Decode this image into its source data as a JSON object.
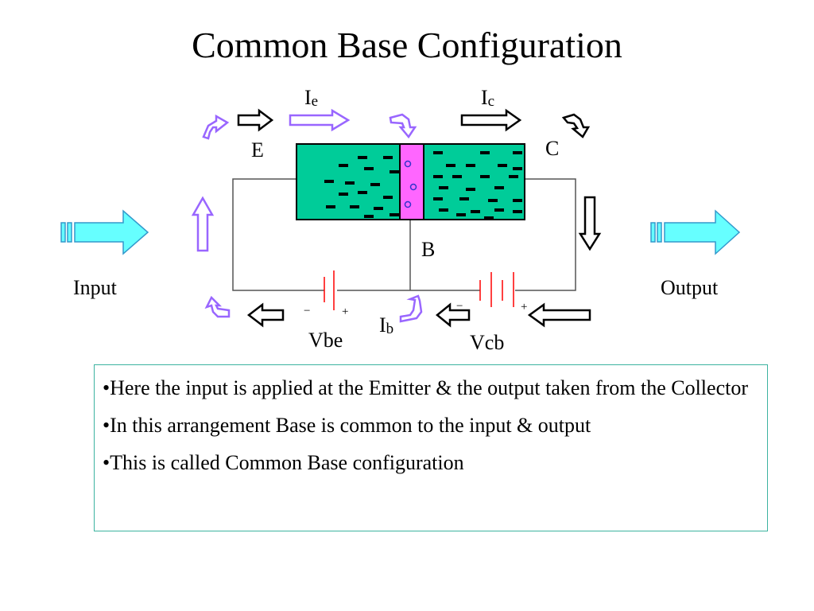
{
  "title": "Common Base Configuration",
  "colors": {
    "emitter_collector": "#00cc99",
    "base": "#ff66ff",
    "input_output_arrows": "#66ffff",
    "carrier_arrows": "#9966ff",
    "battery_plate": "#ff0000",
    "notes_border": "#3cb3a0"
  },
  "labels": {
    "ie_main": "I",
    "ie_sub": "e",
    "ic_main": "I",
    "ic_sub": "c",
    "ib_main": "I",
    "ib_sub": "b",
    "emitter": "E",
    "collector": "C",
    "base": "B",
    "input": "Input",
    "output": "Output",
    "vbe": "Vbe",
    "vcb": "Vcb",
    "minus": "−",
    "plus": "+"
  },
  "notes": [
    "•Here the input is applied at the Emitter & the output taken from the Collector",
    "•In this arrangement Base is common to the input & output",
    "•This is called Common Base configuration"
  ]
}
